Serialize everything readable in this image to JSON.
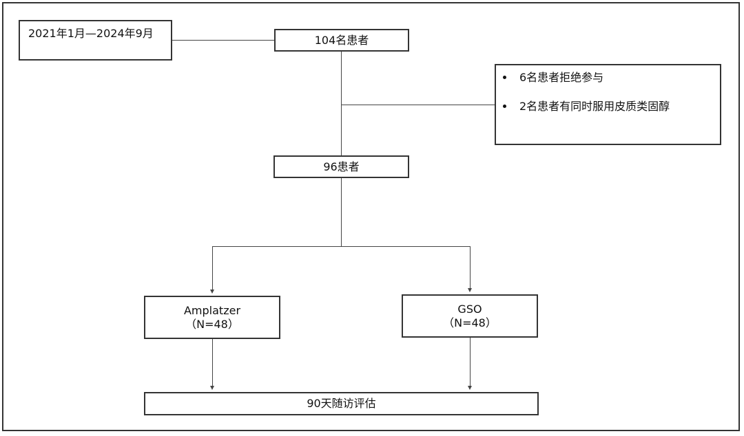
{
  "diagram": {
    "period": "2021年1月—2024年9月",
    "enrolled": "104名患者",
    "exclusions": [
      "6名患者拒绝参与",
      "2名患者有同时服用皮质类固醇"
    ],
    "included": "96患者",
    "group_left": {
      "name": "Amplatzer",
      "count": "（N=48）"
    },
    "group_right": {
      "name": "GSO",
      "count": "（N=48）"
    },
    "followup": "90天随访评估"
  }
}
